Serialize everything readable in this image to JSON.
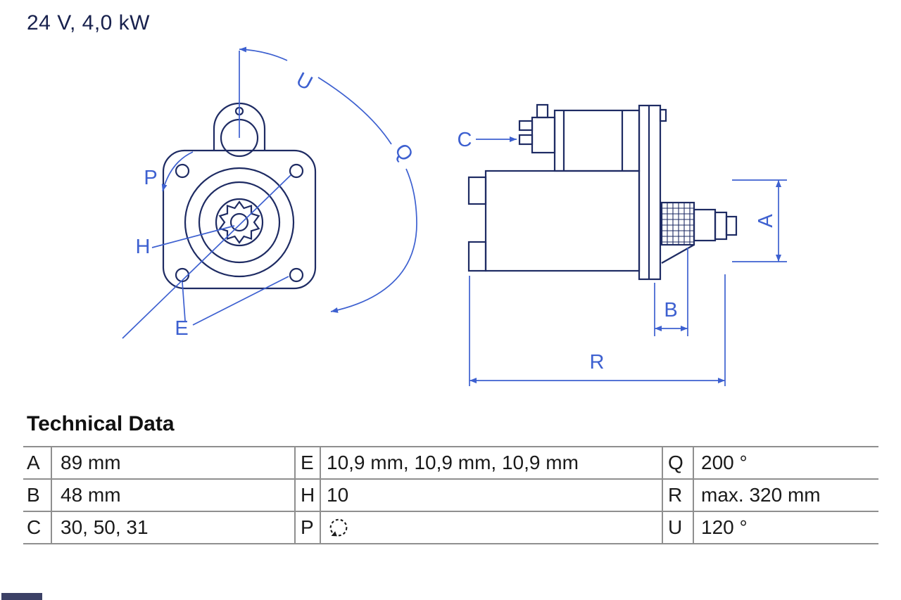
{
  "header": {
    "title": "24 V, 4,0 kW"
  },
  "diagram": {
    "front_view_labels": {
      "U": "U",
      "Q": "Q",
      "P": "P",
      "H": "H",
      "E": "E"
    },
    "side_view_labels": {
      "C": "C",
      "A": "A",
      "B": "B",
      "R": "R"
    }
  },
  "technical_data": {
    "heading": "Technical Data",
    "rows": [
      {
        "c1_key": "A",
        "c1_value": "89 mm",
        "c2_key": "E",
        "c2_value": "10,9 mm, 10,9 mm, 10,9 mm",
        "c3_key": "Q",
        "c3_value": "200 °"
      },
      {
        "c1_key": "B",
        "c1_value": "48 mm",
        "c2_key": "H",
        "c2_value": "10",
        "c3_key": "R",
        "c3_value": "max. 320 mm"
      },
      {
        "c1_key": "C",
        "c1_value": "30, 50, 31",
        "c2_key": "P",
        "c2_value": "",
        "c2_icon": "rotation-direction-icon",
        "c3_key": "U",
        "c3_value": "120 °"
      }
    ]
  },
  "colors": {
    "outline": "#1e2b63",
    "dimension": "#3d60d0",
    "table_border": "#8f8f8f",
    "text": "#1a1a1a"
  }
}
